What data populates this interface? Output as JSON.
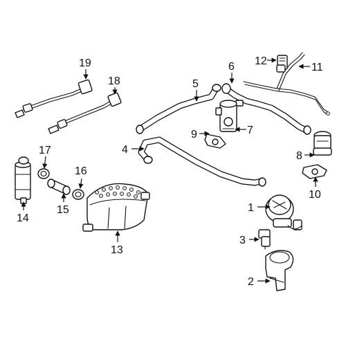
{
  "figure": {
    "background": "#ffffff",
    "line_color": "#111111"
  },
  "callouts": [
    {
      "id": "c1",
      "label": "1"
    },
    {
      "id": "c2",
      "label": "2"
    },
    {
      "id": "c3",
      "label": "3"
    },
    {
      "id": "c4",
      "label": "4"
    },
    {
      "id": "c5",
      "label": "5"
    },
    {
      "id": "c6",
      "label": "6"
    },
    {
      "id": "c7",
      "label": "7"
    },
    {
      "id": "c8",
      "label": "8"
    },
    {
      "id": "c9",
      "label": "9"
    },
    {
      "id": "c10",
      "label": "10"
    },
    {
      "id": "c11",
      "label": "11"
    },
    {
      "id": "c12",
      "label": "12"
    },
    {
      "id": "c13",
      "label": "13"
    },
    {
      "id": "c14",
      "label": "14"
    },
    {
      "id": "c15",
      "label": "15"
    },
    {
      "id": "c16",
      "label": "16"
    },
    {
      "id": "c17",
      "label": "17"
    },
    {
      "id": "c18",
      "label": "18"
    },
    {
      "id": "c19",
      "label": "19"
    }
  ]
}
